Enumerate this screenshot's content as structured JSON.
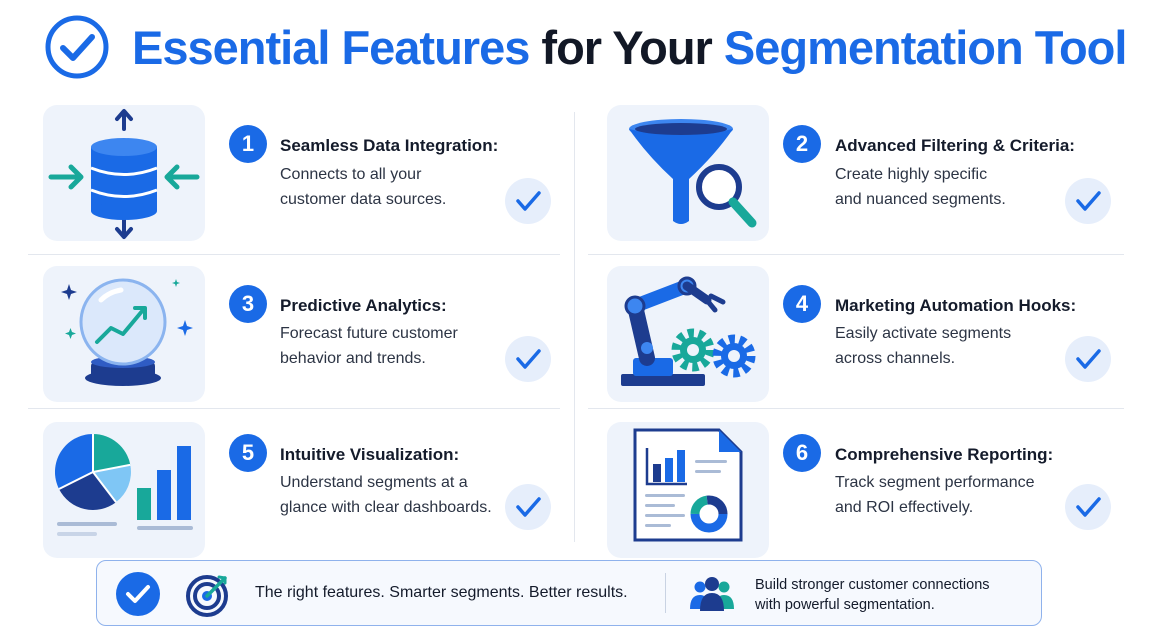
{
  "title": {
    "part1": "Essential Features",
    "part2": "for Your",
    "part3": "Segmentation Tool"
  },
  "features": [
    {
      "number": "1",
      "title": "Seamless Data Integration:",
      "desc_line1": "Connects to all your",
      "desc_line2": "customer data sources.",
      "illustration": "database-arrows-icon"
    },
    {
      "number": "2",
      "title": "Advanced Filtering & Criteria:",
      "desc_line1": "Create highly specific",
      "desc_line2": "and nuanced segments.",
      "illustration": "funnel-magnifier-icon"
    },
    {
      "number": "3",
      "title": "Predictive Analytics:",
      "desc_line1": "Forecast future customer",
      "desc_line2": "behavior and trends.",
      "illustration": "crystal-ball-icon"
    },
    {
      "number": "4",
      "title": "Marketing Automation Hooks:",
      "desc_line1": "Easily activate segments",
      "desc_line2": "across channels.",
      "illustration": "robot-arm-gears-icon"
    },
    {
      "number": "5",
      "title": "Intuitive Visualization:",
      "desc_line1": "Understand segments at a",
      "desc_line2": "glance with clear dashboards.",
      "illustration": "pie-bar-chart-icon"
    },
    {
      "number": "6",
      "title": "Comprehensive Reporting:",
      "desc_line1": "Track segment performance",
      "desc_line2": "and ROI effectively.",
      "illustration": "report-document-icon"
    }
  ],
  "footer": {
    "tagline": "The right features. Smarter segments. Better results.",
    "cta_line1": "Build stronger customer connections",
    "cta_line2": "with powerful segmentation."
  },
  "colors": {
    "primary_blue": "#1a6ae6",
    "dark_navy": "#1d3c8f",
    "teal": "#18a89a",
    "light_bg": "#eef3fb"
  }
}
